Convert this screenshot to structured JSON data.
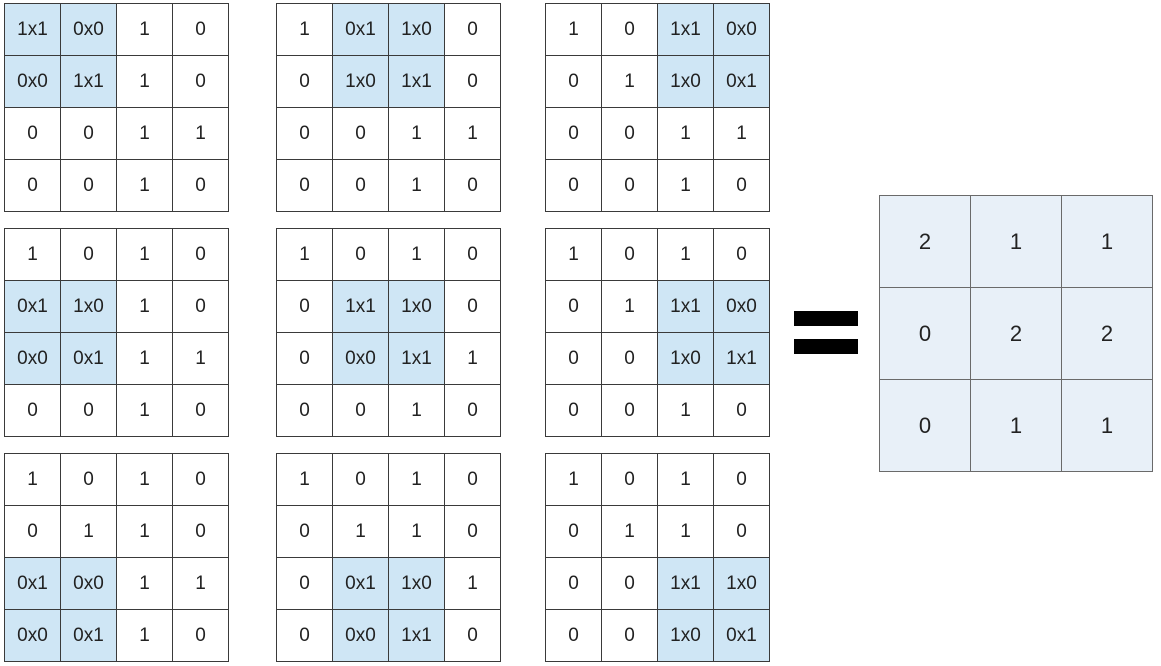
{
  "steps": [
    [
      [
        "1x1",
        "0x0",
        "1",
        "0"
      ],
      [
        "0x0",
        "1x1",
        "1",
        "0"
      ],
      [
        "0",
        "0",
        "1",
        "1"
      ],
      [
        "0",
        "0",
        "1",
        "0"
      ]
    ],
    [
      [
        "1",
        "0x1",
        "1x0",
        "0"
      ],
      [
        "0",
        "1x0",
        "1x1",
        "0"
      ],
      [
        "0",
        "0",
        "1",
        "1"
      ],
      [
        "0",
        "0",
        "1",
        "0"
      ]
    ],
    [
      [
        "1",
        "0",
        "1x1",
        "0x0"
      ],
      [
        "0",
        "1",
        "1x0",
        "0x1"
      ],
      [
        "0",
        "0",
        "1",
        "1"
      ],
      [
        "0",
        "0",
        "1",
        "0"
      ]
    ],
    [
      [
        "1",
        "0",
        "1",
        "0"
      ],
      [
        "0x1",
        "1x0",
        "1",
        "0"
      ],
      [
        "0x0",
        "0x1",
        "1",
        "1"
      ],
      [
        "0",
        "0",
        "1",
        "0"
      ]
    ],
    [
      [
        "1",
        "0",
        "1",
        "0"
      ],
      [
        "0",
        "1x1",
        "1x0",
        "0"
      ],
      [
        "0",
        "0x0",
        "1x1",
        "1"
      ],
      [
        "0",
        "0",
        "1",
        "0"
      ]
    ],
    [
      [
        "1",
        "0",
        "1",
        "0"
      ],
      [
        "0",
        "1",
        "1x1",
        "0x0"
      ],
      [
        "0",
        "0",
        "1x0",
        "1x1"
      ],
      [
        "0",
        "0",
        "1",
        "0"
      ]
    ],
    [
      [
        "1",
        "0",
        "1",
        "0"
      ],
      [
        "0",
        "1",
        "1",
        "0"
      ],
      [
        "0x1",
        "0x0",
        "1",
        "1"
      ],
      [
        "0x0",
        "0x1",
        "1",
        "0"
      ]
    ],
    [
      [
        "1",
        "0",
        "1",
        "0"
      ],
      [
        "0",
        "1",
        "1",
        "0"
      ],
      [
        "0",
        "0x1",
        "1x0",
        "1"
      ],
      [
        "0",
        "0x0",
        "1x1",
        "0"
      ]
    ],
    [
      [
        "1",
        "0",
        "1",
        "0"
      ],
      [
        "0",
        "1",
        "1",
        "0"
      ],
      [
        "0",
        "0",
        "1x1",
        "1x0"
      ],
      [
        "0",
        "0",
        "1x0",
        "0x1"
      ]
    ]
  ],
  "result": [
    [
      "2",
      "1",
      "1"
    ],
    [
      "0",
      "2",
      "2"
    ],
    [
      "0",
      "1",
      "1"
    ]
  ],
  "colors": {
    "highlight": "#cfe6f5",
    "result_fill": "#e8f0f8",
    "border": "#3a3a3a",
    "equals_sign": "#000000"
  }
}
